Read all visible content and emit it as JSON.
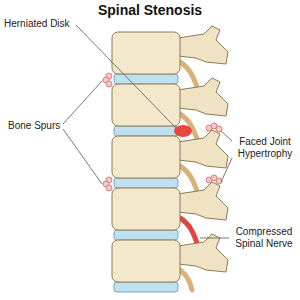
{
  "diagram": {
    "title": "Spinal Stenosis",
    "labels": [
      "Herniated Disk",
      "Bone Spurs",
      "Faced Joint Hypertrophy",
      "Compressed Spinal Nerve"
    ]
  }
}
